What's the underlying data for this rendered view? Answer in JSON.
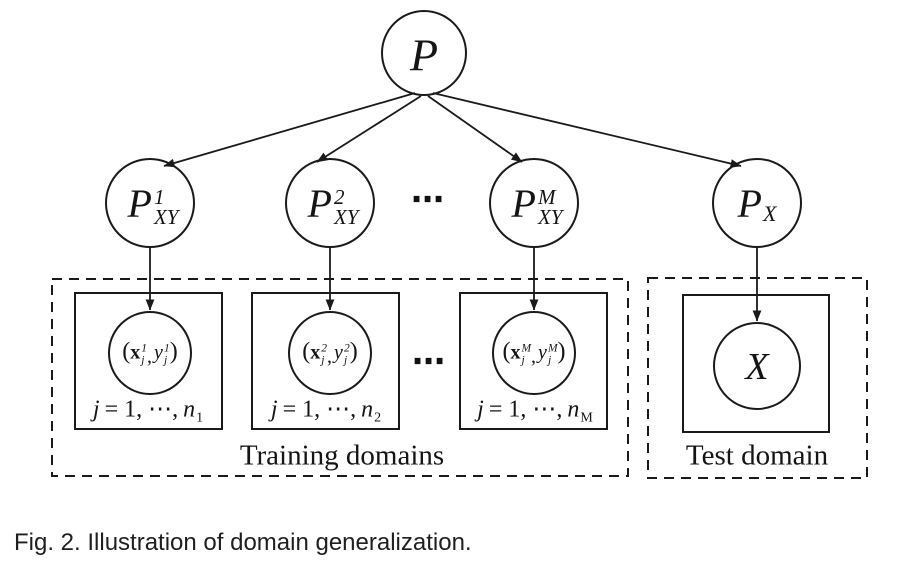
{
  "figure": {
    "root_node": {
      "symbol": "P"
    },
    "distribution_nodes": [
      {
        "base": "P",
        "sup": "1",
        "sub": "XY"
      },
      {
        "base": "P",
        "sup": "2",
        "sub": "XY"
      },
      {
        "base": "P",
        "sup": "M",
        "sub": "XY"
      },
      {
        "base": "P",
        "sub": "X"
      }
    ],
    "ellipsis": "⋯",
    "math": {
      "open": "(",
      "comma": ",",
      "close": ")"
    },
    "training": {
      "label": "Training domains",
      "boxes": [
        {
          "x": "x",
          "sup": "1",
          "idx": "j",
          "y": "y",
          "range_j": "j",
          "range_mid": "= 1, ⋯,",
          "range_n": "n",
          "range_n_sub": "1"
        },
        {
          "x": "x",
          "sup": "2",
          "idx": "j",
          "y": "y",
          "range_j": "j",
          "range_mid": "= 1, ⋯,",
          "range_n": "n",
          "range_n_sub": "2"
        },
        {
          "x": "x",
          "sup": "M",
          "idx": "j",
          "y": "y",
          "range_j": "j",
          "range_mid": "= 1, ⋯,",
          "range_n": "n",
          "range_n_sub": "M"
        }
      ]
    },
    "test": {
      "label": "Test domain",
      "symbol": "X"
    },
    "caption": "Fig. 2. Illustration of domain generalization."
  }
}
